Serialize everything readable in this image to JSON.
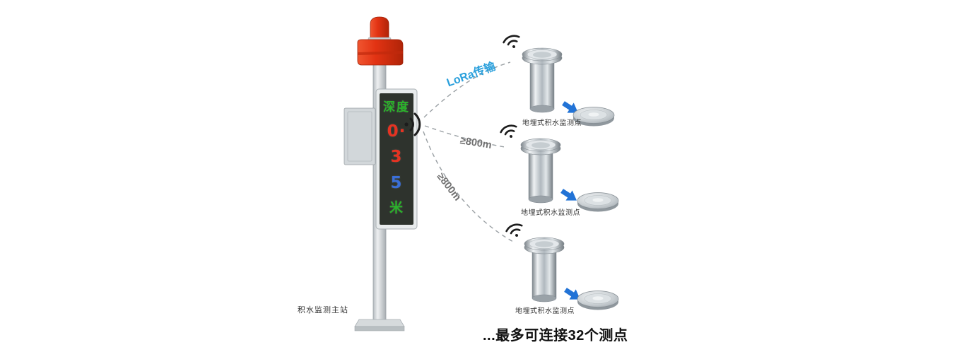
{
  "station": {
    "label": "积水监测主站",
    "display_lines": [
      {
        "text": "深度",
        "color": "#2ab32a"
      },
      {
        "text": "0·",
        "color": "#e53322"
      },
      {
        "text": "3",
        "color": "#e53322"
      },
      {
        "text": "5",
        "color": "#3a6fd8"
      },
      {
        "text": "米",
        "color": "#2ab32a"
      }
    ]
  },
  "links": [
    {
      "label": "LoRa传输",
      "color": "#2ba0dc"
    },
    {
      "label": "≥800m",
      "color": "#707070"
    },
    {
      "label": "≥800m",
      "color": "#707070"
    }
  ],
  "sensors": [
    {
      "label": "地埋式积水监测点"
    },
    {
      "label": "地埋式积水监测点"
    },
    {
      "label": "地埋式积水监测点"
    }
  ],
  "footer": "...最多可连接32个测点",
  "colors": {
    "alarm_red": "#e23313",
    "arrow_blue": "#2273d6",
    "dashed_line_gray": "#9aa0a4",
    "led_background": "#2e332d",
    "steel_gray": "#b0b8be"
  }
}
